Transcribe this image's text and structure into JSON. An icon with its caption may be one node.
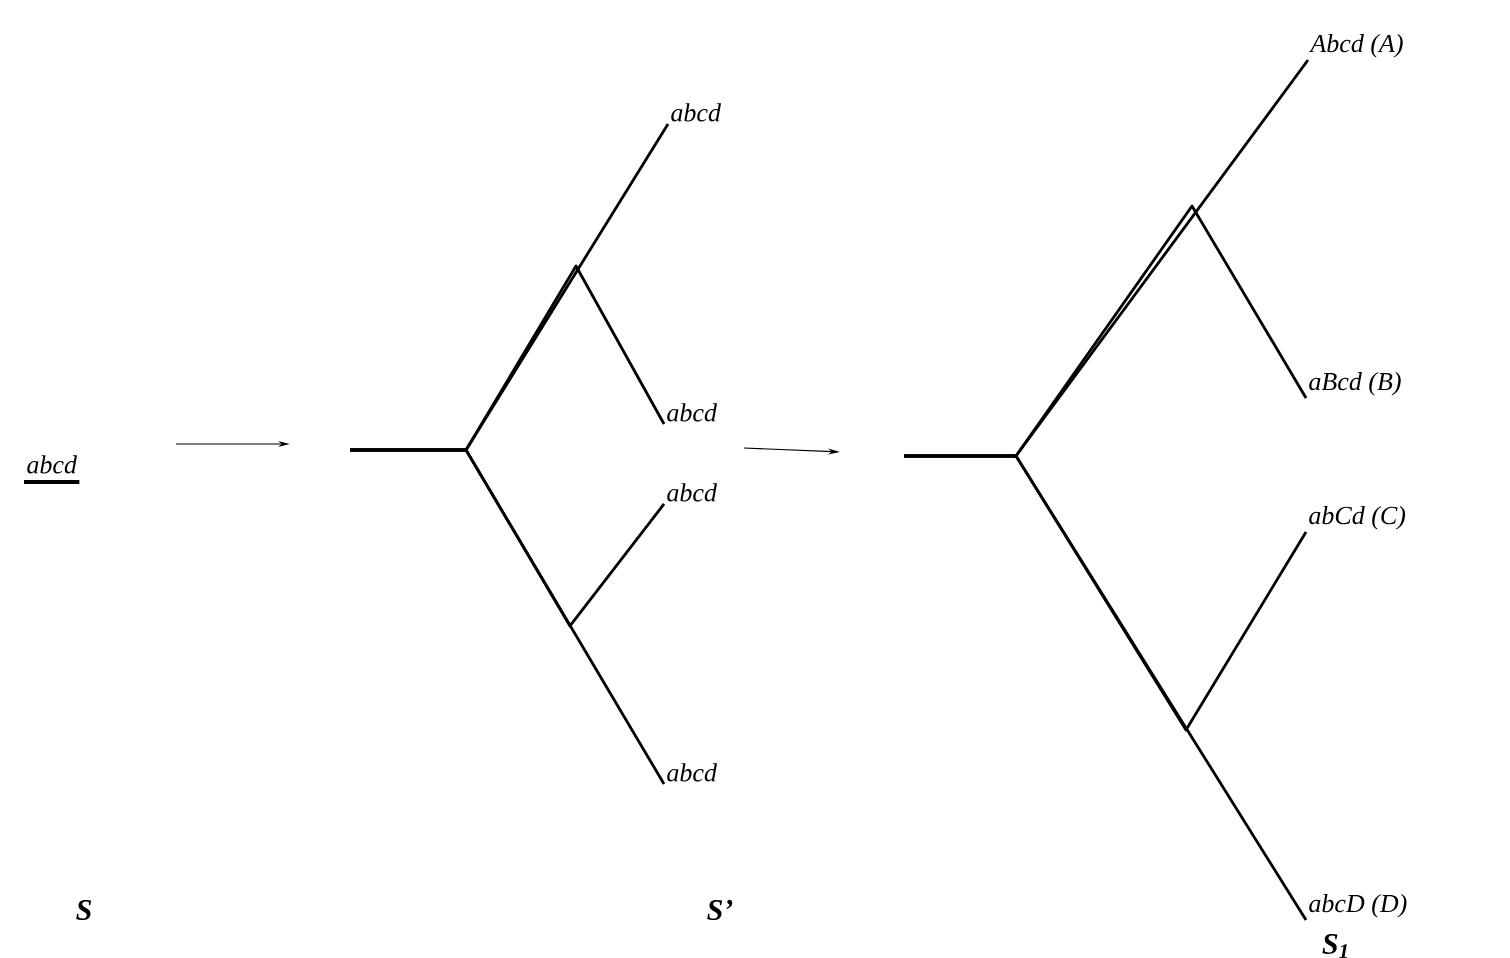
{
  "diagram": {
    "nodes": [
      {
        "text": [
          "abcd"
        ]
      },
      {
        "text": [
          "abcd"
        ]
      },
      {
        "text": [
          "abcd"
        ]
      },
      {
        "text": [
          "abcd"
        ]
      },
      {
        "text": [
          "abcd"
        ]
      },
      {
        "text": [
          "Abcd (A)"
        ]
      },
      {
        "text": [
          "aBcd (B)"
        ]
      },
      {
        "text": [
          "abCd (C)"
        ]
      },
      {
        "text": [
          "abcD (D)"
        ]
      }
    ],
    "edges": [
      {
        "from": null,
        "to": 1,
        "arrow": "none"
      },
      {
        "from": null,
        "to": 2,
        "arrow": "none"
      },
      {
        "from": null,
        "to": 3,
        "arrow": "none"
      },
      {
        "from": null,
        "to": 4,
        "arrow": "none"
      },
      {
        "from": null,
        "to": 5,
        "arrow": "none"
      },
      {
        "from": null,
        "to": 6,
        "arrow": "none"
      },
      {
        "from": null,
        "to": 7,
        "arrow": "none"
      },
      {
        "from": null,
        "to": 8,
        "arrow": "none"
      }
    ],
    "labels": [
      "S",
      "S’",
      "S$_{1}$"
    ]
  }
}
